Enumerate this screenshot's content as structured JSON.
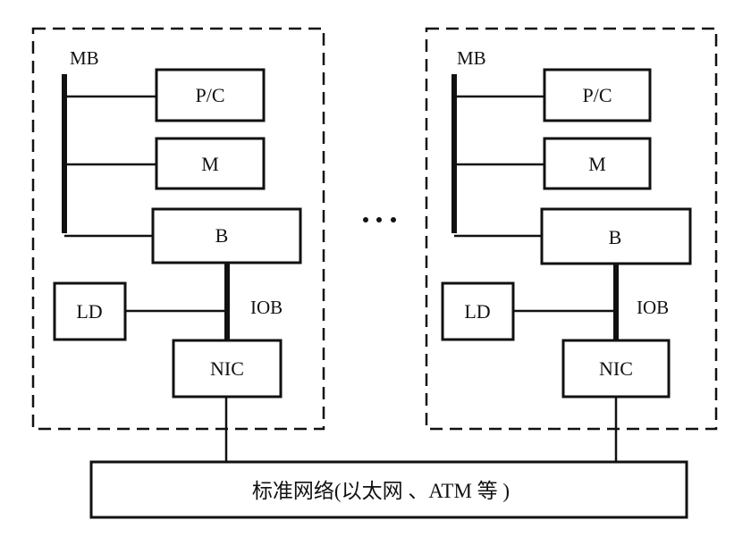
{
  "diagram": {
    "title": "Cluster of workstations connected via standard network",
    "nodes": [
      {
        "id": "node-left",
        "memory_bus_label": "MB",
        "io_bus_label": "IOB",
        "components": {
          "processor_cache": "P/C",
          "memory": "M",
          "bridge": "B",
          "local_disk": "LD",
          "network_interface": "NIC"
        }
      },
      {
        "id": "node-right",
        "memory_bus_label": "MB",
        "io_bus_label": "IOB",
        "components": {
          "processor_cache": "P/C",
          "memory": "M",
          "bridge": "B",
          "local_disk": "LD",
          "network_interface": "NIC"
        }
      }
    ],
    "ellipsis": "…",
    "network_label": "标准网络(以太网 、ATM 等 )",
    "colors": {
      "stroke": "#111111",
      "background": "#ffffff"
    }
  }
}
